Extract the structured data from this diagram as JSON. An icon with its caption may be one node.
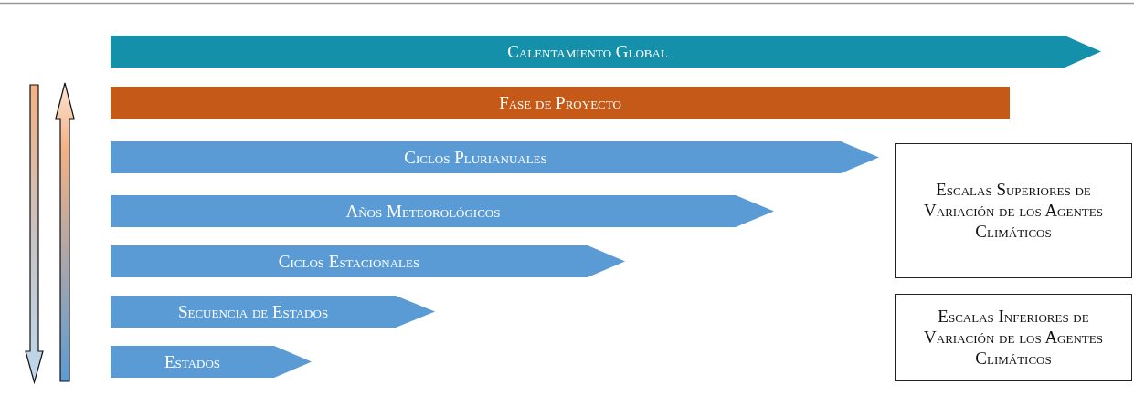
{
  "diagram": {
    "nodes": [
      {
        "text": [
          "Calentamiento Global"
        ]
      },
      {
        "text": [
          "Fase de Proyecto"
        ]
      },
      {
        "text": [
          "Ciclos Plurianuales"
        ]
      },
      {
        "text": [
          "Años Meteorológicos"
        ]
      },
      {
        "text": [
          "Ciclos Estacionales"
        ]
      },
      {
        "text": [
          "Secuencia de Estados"
        ]
      },
      {
        "text": [
          "Estados"
        ]
      },
      {
        "text": [
          "Escalas Superiores de Variación de los Agentes Climáticos"
        ]
      },
      {
        "text": [
          "Escalas Inferiores de Variación de los Agentes Climáticos"
        ]
      }
    ]
  }
}
